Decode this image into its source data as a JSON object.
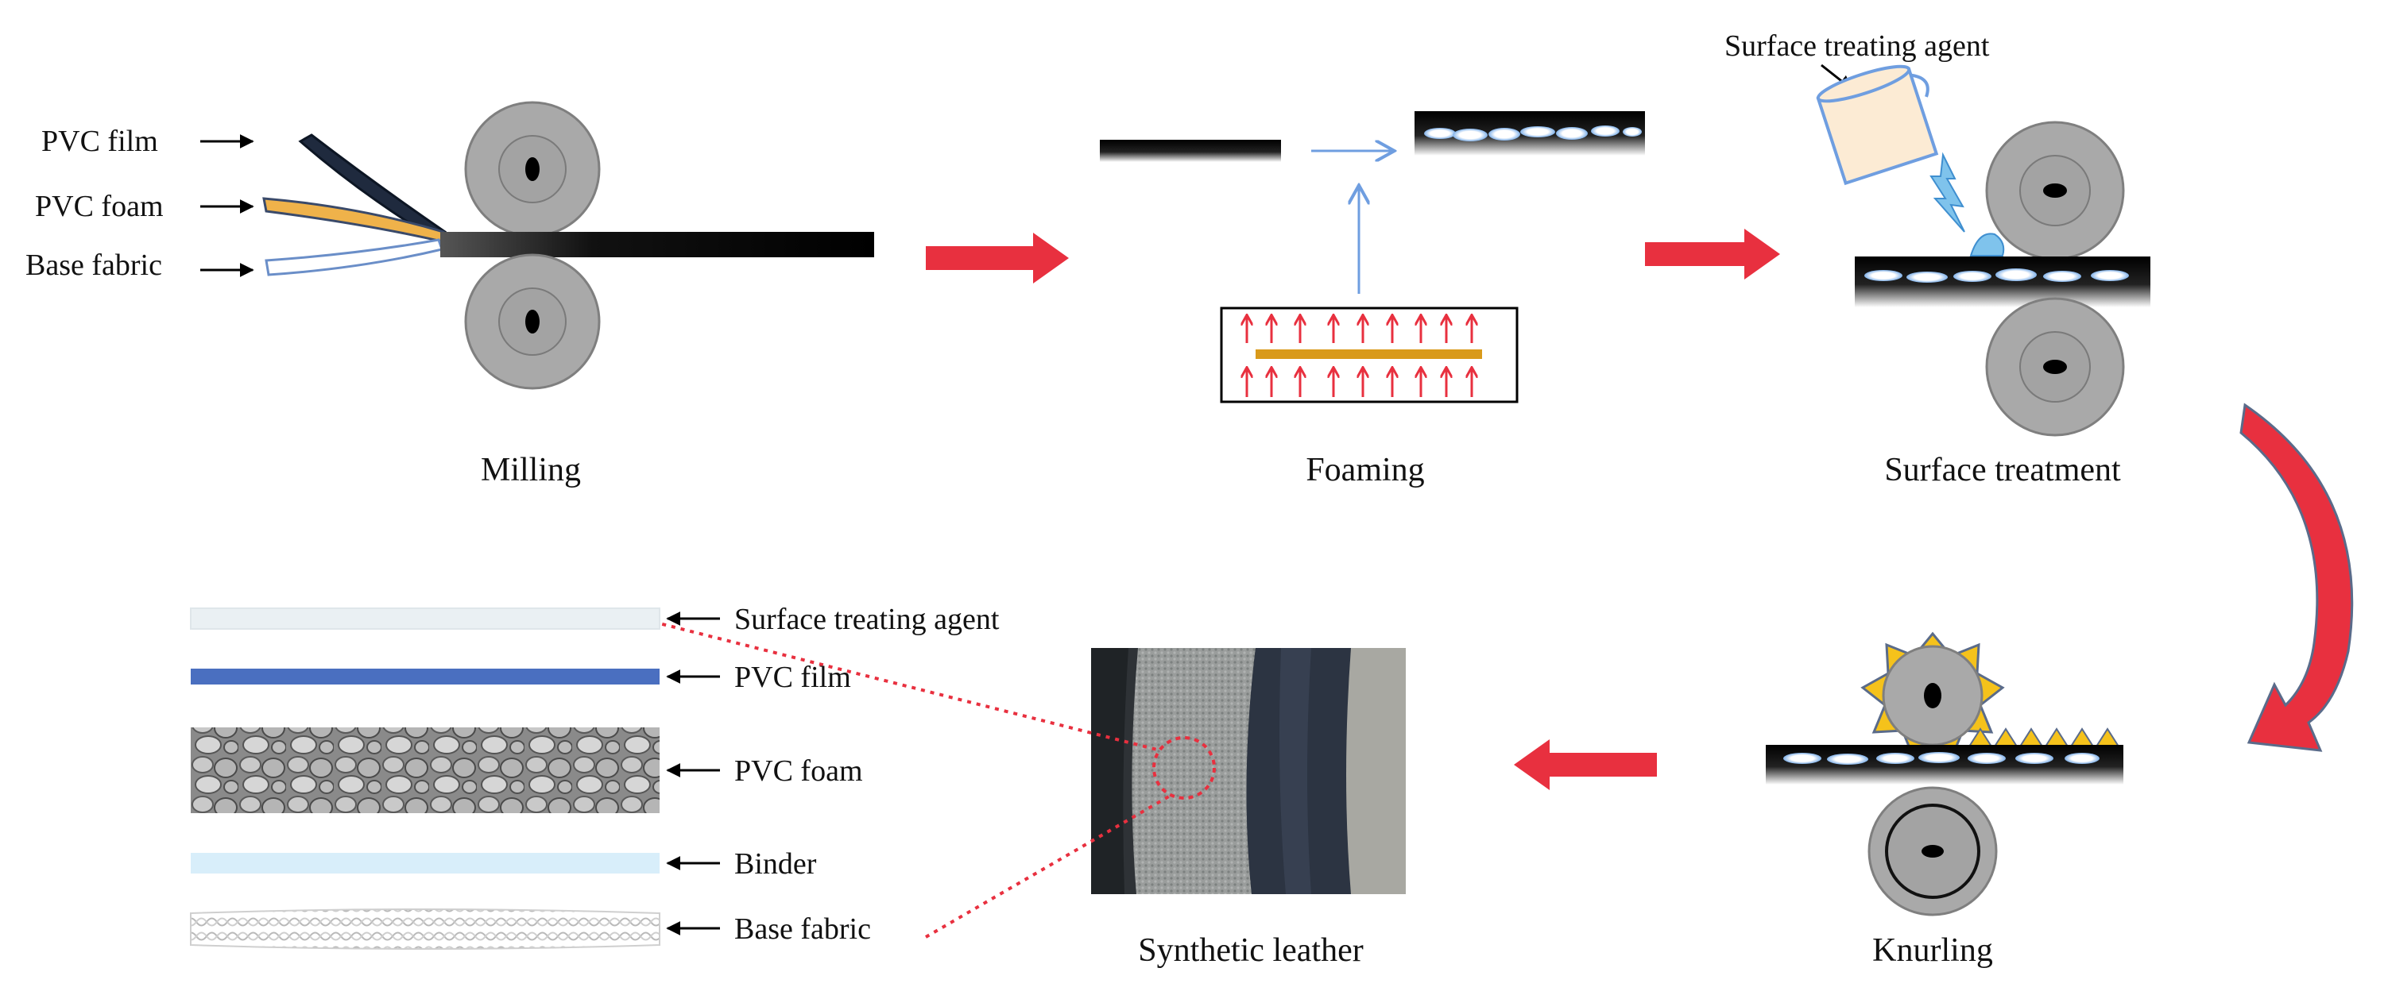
{
  "steps": {
    "milling": "Milling",
    "foaming": "Foaming",
    "surface_treatment": "Surface treatment",
    "knurling": "Knurling",
    "synthetic_leather": "Synthetic leather"
  },
  "milling_inputs": {
    "pvc_film": "PVC film",
    "pvc_foam": "PVC foam",
    "base_fabric": "Base fabric"
  },
  "surface_agent_label": "Surface treating agent",
  "layers": [
    {
      "label": "Surface treating agent"
    },
    {
      "label": "PVC film"
    },
    {
      "label": "PVC foam"
    },
    {
      "label": "Binder"
    },
    {
      "label": "Base fabric"
    }
  ],
  "colors": {
    "process_arrow": "#e8303f",
    "pvc_film": "#1f2a3e",
    "pvc_foam": "#efb24a",
    "base_fabric": "#6a8ec8",
    "roller": "#a9a9a9",
    "heat_arrow": "#e8303f",
    "heater_bar": "#d99a1a",
    "blue_line": "#6f9ee0",
    "knurl": "#f5c21b",
    "layer_film": "#4a6fc0",
    "layer_binder": "#d8eefa",
    "layer_agent": "#eaf0f3"
  }
}
